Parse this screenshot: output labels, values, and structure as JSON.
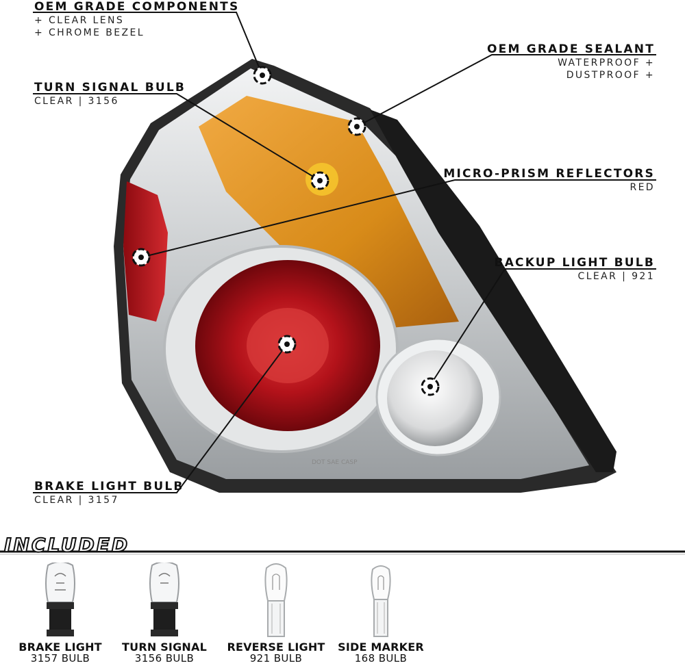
{
  "callouts": {
    "oem_components": {
      "title": "OEM GRADE COMPONENTS",
      "lines": [
        "+ CLEAR LENS",
        "+ CHROME BEZEL"
      ]
    },
    "turn_signal": {
      "title": "TURN SIGNAL BULB",
      "sub": "CLEAR | 3156"
    },
    "oem_sealant": {
      "title": "OEM GRADE SEALANT",
      "lines": [
        "WATERPROOF +",
        "DUSTPROOF +"
      ]
    },
    "micro_prism": {
      "title": "MICRO-PRISM REFLECTORS",
      "sub": "RED"
    },
    "backup": {
      "title": "BACKUP LIGHT BULB",
      "sub": "CLEAR | 921"
    },
    "brake": {
      "title": "BRAKE LIGHT BULB",
      "sub": "CLEAR | 3157"
    }
  },
  "included": {
    "heading": "INCLUDED",
    "bulbs": [
      {
        "name": "BRAKE LIGHT",
        "code": "3157 BULB",
        "icon": "3157-bulb-icon"
      },
      {
        "name": "TURN SIGNAL",
        "code": "3156 BULB",
        "icon": "3156-bulb-icon"
      },
      {
        "name": "REVERSE LIGHT",
        "code": "921 BULB",
        "icon": "921-bulb-icon"
      },
      {
        "name": "SIDE MARKER",
        "code": "168 BULB",
        "icon": "168-bulb-icon"
      }
    ]
  },
  "lens_marking": "DOT SAE CASP",
  "colors": {
    "lens_red": "#b3121a",
    "amber": "#d8870f",
    "housing": "#2a2a2a",
    "chrome": "#cfd2d4"
  }
}
